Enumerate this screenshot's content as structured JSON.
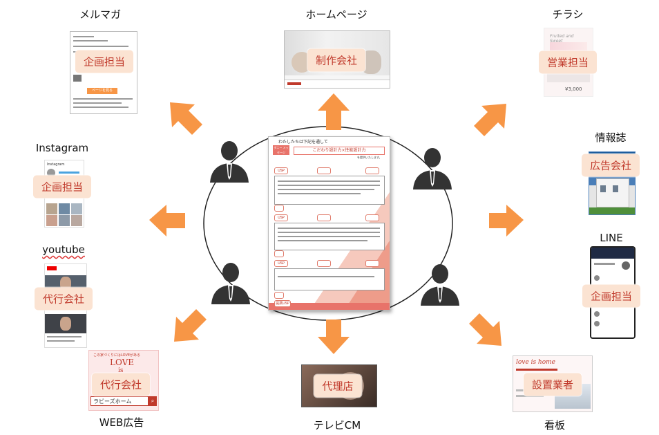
{
  "center": {
    "doc_title": "わたしたちは下記を通して",
    "doc_header": "こだわり設計力×性能設計力",
    "doc_tag": "ダニー メッセージ",
    "doc_sub": "を提供いたします。",
    "section1": "USP",
    "section2": "USP",
    "section3": "USP",
    "footer": "提携USP"
  },
  "channels": [
    {
      "title": "メルマガ",
      "owner": "企画担当"
    },
    {
      "title": "ホームページ",
      "owner": "制作会社"
    },
    {
      "title": "チラシ",
      "owner": "営業担当"
    },
    {
      "title": "Instagram",
      "owner": "企画担当"
    },
    {
      "title": "情報誌",
      "owner": "広告会社"
    },
    {
      "title": "youtube",
      "owner": "代行会社"
    },
    {
      "title": "LINE",
      "owner": "企画担当"
    },
    {
      "title": "WEB広告",
      "owner": "代行会社"
    },
    {
      "title": "テレビCM",
      "owner": "代理店"
    },
    {
      "title": "看板",
      "owner": "設置業者"
    }
  ],
  "thumbs": {
    "mail_button": "ページを見る",
    "web_ad_top": "この家づくりにはLOVEがある",
    "web_ad_love": "LOVE",
    "web_ad_is": "is",
    "web_ad_search": "ラビーズホーム",
    "sign_text": "love is home",
    "flyer_price": "¥3,000"
  },
  "colors": {
    "arrow": "#f79646",
    "badge_bg": "#fbe3d2",
    "badge_text": "#c0392b",
    "doc_accent": "#e8736a"
  }
}
